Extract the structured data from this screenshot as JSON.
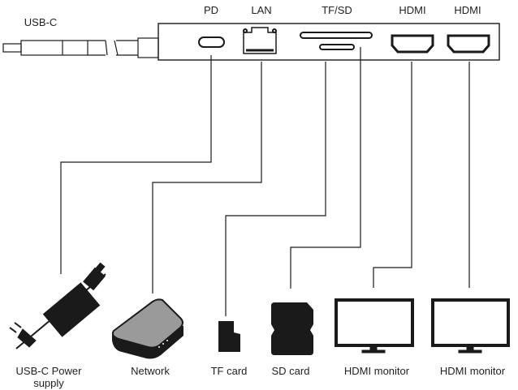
{
  "hub": {
    "cable_label": "USB-C",
    "ports": [
      "PD",
      "LAN",
      "TF/SD",
      "HDMI",
      "HDMI"
    ]
  },
  "devices": [
    {
      "label": "USB-C Power supply",
      "icon": "power-adapter-icon"
    },
    {
      "label": "Network",
      "icon": "router-icon"
    },
    {
      "label": "TF card",
      "icon": "tf-card-icon"
    },
    {
      "label": "SD card",
      "icon": "sd-card-icon"
    },
    {
      "label": "HDMI monitor",
      "icon": "monitor-icon"
    },
    {
      "label": "HDMI monitor",
      "icon": "monitor-icon"
    }
  ],
  "colors": {
    "ink": "#1a1a1a",
    "router_top": "#9a9a9a"
  }
}
